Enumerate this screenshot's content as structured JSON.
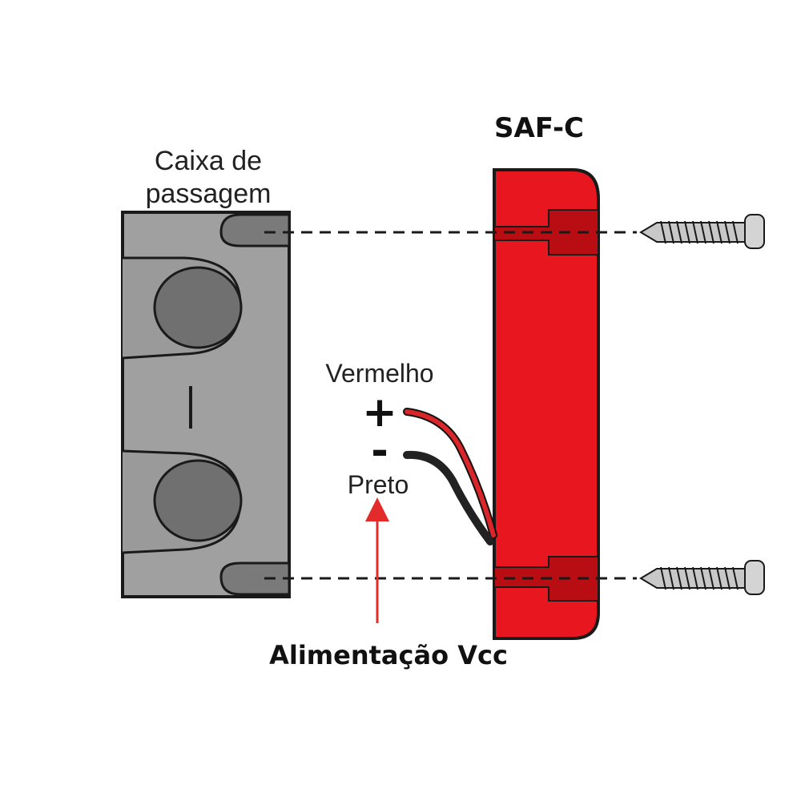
{
  "labels": {
    "device_title": "SAF-C",
    "box_label_line1": "Caixa de",
    "box_label_line2": "passagem",
    "positive_wire": "Vermelho",
    "positive_sign": "+",
    "negative_sign": "-",
    "negative_wire": "Preto",
    "power_label": "Alimentação Vcc"
  },
  "colors": {
    "device_red": "#e8171f",
    "device_dark_red": "#b80e13",
    "box_gray": "#a0a0a0",
    "box_dark_gray": "#707070",
    "wire_red": "#d8262b",
    "wire_black": "#222222",
    "arrow_red": "#e32b2b",
    "screw_gray": "#c8c8c8"
  },
  "icons": [
    "screw-icon",
    "up-arrow-icon"
  ]
}
